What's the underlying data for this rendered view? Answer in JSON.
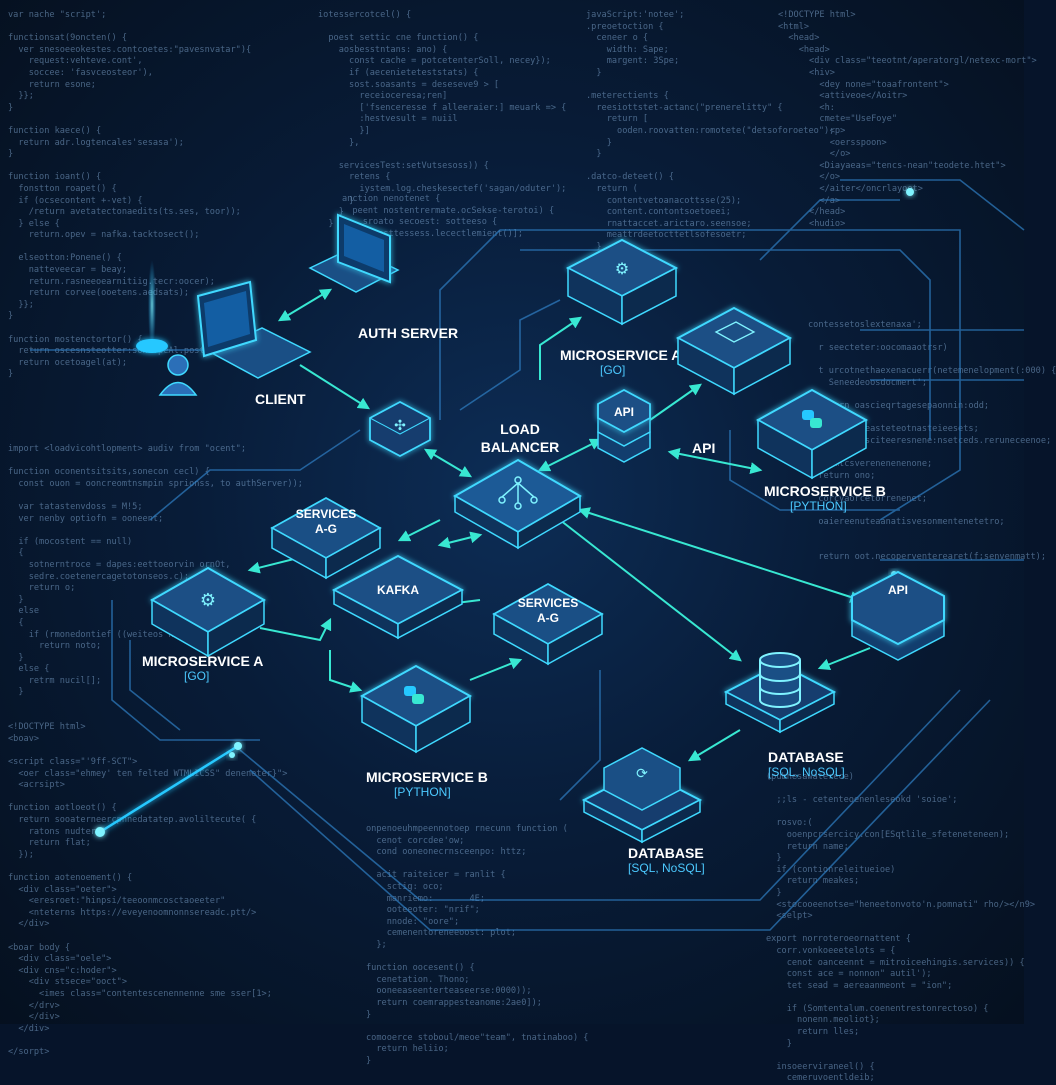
{
  "colors": {
    "background": "#06142a",
    "accent": "#25c8ff",
    "edge": "#3fd9ff",
    "box_top": "#1a4f85",
    "box_side": "#0f335c",
    "flow": "#38e8d2",
    "label": "#ffffff",
    "sublabel": "#4cc9ff"
  },
  "code": {
    "top_left": [
      "var nache \"script';",
      "",
      "functionsat(9oncten() {",
      "  ver snesoeeokestes.contcoetes:\"pavesnvatar\"){",
      "    request:vehteve.cont',",
      "    soccee: 'fasvceosteor'),",
      "    return esone;",
      "  }};",
      "}",
      "",
      "function kaece() {",
      "  return adr.logtencales'sesasa');",
      "}",
      "",
      "function ioant() {",
      "  fonstton roapet() {",
      "  if (ocsecontent +-vet) {",
      "    /return avetatectonaedits(ts.ses, toor));",
      "  } else {",
      "    return.opev = nafka.tacktosect();",
      "",
      "  elseotton:Ponene() {",
      "    natteveecar = beay;",
      "    return.rasneeoearnitiig.tecr:oocer);",
      "    return corvee(ooetens.aedsats);",
      "  }};",
      "}",
      "",
      "function mostenctortor() {",
      "  return oscesnsteotter:sons.peAl.post);",
      "  return ocetoagel(at);",
      "}"
    ],
    "top_center": [
      "iotessercotcel() {",
      "",
      "  poest settic cne function() {",
      "    aosbesstntans: ano) {",
      "      const cache = potcetenterSoll, necey});",
      "      if (aecenieteteststats) {",
      "      sost.soasants = deseseve9 > [",
      "        receioceresa;ren]",
      "        ['fsenceresse f alleeraier:] meuark => {",
      "        :hestvesult = nuiil",
      "        }]",
      "      },",
      "",
      "    servicesTest:setVutsesoss)) {",
      "      retens {",
      "        iystem.log.cheskesectef('sagan/oduter');",
      "      }",
      "    }",
      "  }"
    ],
    "mid_center": [
      "anction nenotenet {",
      "  peent nostentrermate.ocSekse-terotoi) {",
      "    sroato secoest: sotteeso {",
      "      sasttessess.lecectlemient()];"
    ],
    "top_mid": [
      "javaScript:'notee';",
      ".preoetoction {",
      "  ceneer o {",
      "    width: Sape;",
      "    margent: 3Spe;",
      "  }",
      "",
      ".meterectients {",
      "  reesiottstet-actanc(\"prenerelitty\" {",
      "    return [",
      "      ooden.roovatten:romotete(\"detsoforoeteo\");",
      "    }",
      "  }",
      "",
      ".datco-deteet() {",
      "  return (",
      "    contentvetoanacottsse(25);",
      "    content.contontsoetoeei;",
      "    rnattaccet.arictaro.seensoe;",
      "    meattrdeetocttetlsofesoetr;",
      "  }"
    ],
    "top_right": [
      "<!DOCTYPE html>",
      "<html>",
      "  <head>",
      "    <head>",
      "      <div class=\"teeotnt/aperatorgl/netexc-mort\">",
      "      <hiv>",
      "        <dey none=\"toaafrontent\">",
      "        <attiveoe</Aoitr>",
      "        <h:",
      "        cmete=\"UseFoye\"",
      "          <p>",
      "          <oersspoon>",
      "          </o>",
      "        <Diayaeas=\"tencs-nean\"teodete.htet\">",
      "        </o>",
      "        </aiter</oncrlayoet>",
      "        </a>",
      "      </head>",
      "      <hudio>"
    ],
    "right_mid": [
      "contessetoslextenaxa';",
      "",
      "  r seecteter:oocomaaotrsr)",
      "",
      "  t urcotnethaexenacuerr(netemenelopment(:000) {",
      "    Seneedeoosdocmert';",
      "",
      "  return oascieqrtagesepaonnin:odd;",
      "",
      "    vetieeoeasteteotnasteieesets;",
      "  t cornsensciteeresnene:nsetceds.reruneceenoe;",
      "",
      "  oremtcsverenenenenone;",
      "  return ono;",
      "",
      "  corcyaorcetorrenenet;",
      "",
      "  oaiereenuteaanatisvesonmentenetetro;",
      "",
      "",
      "  return oot.necoperventerearet(f;senvenmatt);"
    ],
    "bottom_left": [
      "import <loadvicohtlopment> audiv from \"ocent\";",
      "",
      "function oconentsitsits,sonecon cecl) {",
      "  const ouon = ooncreomtnsmpin sprionss, to authServer));",
      "",
      "  var tatastenvdoss = M!5;",
      "  ver nenby optiofn = ooneent;",
      "",
      "  if (mocostent == null)",
      "  {",
      "    sotnerntroce = dapes:eettoeorvin ornOt,",
      "    sedre.coetenercagetotonseos.c);",
      "    return o;",
      "  }",
      "  else",
      "  {",
      "    if (rmonedontief ((weiteos nret olo)",
      "      return noto;",
      "  }",
      "  else {",
      "    retrm nucil[];",
      "  }",
      "",
      "",
      "<!DOCTYPE html>",
      "<boav>",
      "",
      "<script class=\"'9ff-SCT\">",
      "  <oer class=\"ehmey' ten felted WTMLICSS\" deneneter}\">",
      "  <acrsipt>",
      "",
      "function aotloeot() {",
      "  return sooaterneercpnnedatatep.avoliltecute( {",
      "    ratons nudter))",
      "    return flat;",
      "  });",
      "",
      "function aotenoement() {",
      "  <div class=\"oeter\">",
      "    <eresroet:\"hinpsi/teeoonmcosctaoeeter\"",
      "    <nteterns https://eveyenoomnonnsereadc.ptt/>",
      "  </div>",
      "",
      "<boar body {",
      "  <div class=\"oele\">",
      "  <div cns=\"c:hoder\">",
      "    <div stsece=\"ooct\">",
      "      <imes class=\"contentescenennenne sme sser[1>;",
      "    </drv>",
      "    </div>",
      "  </div>",
      "",
      "</sorpt>"
    ],
    "bottom_center": [
      "onpenoeuhmpeennotoep rnecunn function (",
      "  cenot corcdee'ow;",
      "  cond ooneonecrnsceenpo: httz;",
      "",
      "  acit raiteicer = ranlit {",
      "    sctig: oco;",
      "    manriemo:       4E;",
      "    ooteeoter: \"nrif\";",
      "    nnode: \"oore\";",
      "    cemenentoreneeoost: plot;",
      "  };",
      "",
      "function oocesent() {",
      "  cenetation. Thono;",
      "  ooneeaseenterteaseerse:0000));",
      "  return coemrappesteanome:2ae0]);",
      "}",
      "",
      "comooerce stoboul/meoe\"team\", tnatinaboo) {",
      "  return heliio;",
      "}"
    ],
    "bottom_right": [
      "(pubhesawaterece)",
      "",
      "  ;;ls - cetenteoenenleseokd 'soioe';",
      "",
      "  rosvo:(",
      "    ooenpcrsercicy.con[ESqtlile_sfeteneteneen);",
      "    return name;",
      "  }",
      "  if (contionreleitueioe)",
      "    return meakes;",
      "  }",
      "  <stocooeenotse=\"heneetonvoto'n.pomnati\" rho/></n9>",
      "  <selpt>",
      "",
      "export norroteroeornattent {",
      "  corr.vonkoeeetelots = {",
      "    cenot oanceennt = mitroiceehingis.services)) {",
      "    const ace = nonnon\" autil');",
      "    tet sead = aereaanmeont = \"ion\";",
      "",
      "    if (Somtentalum.coenentrestonrectoso) {",
      "      nonenn.meoliot};",
      "      return lles;",
      "    }",
      "",
      "  insoeerviraneel() {",
      "    cemeruvoentldeib;"
    ]
  },
  "nodes": {
    "auth_server": {
      "label": "AUTH SERVER"
    },
    "client": {
      "label": "CLIENT"
    },
    "load_balancer": {
      "label_line1": "LOAD",
      "label_line2": "BALANCER"
    },
    "api_center": {
      "label": "API",
      "box_text": "API"
    },
    "api_right": {
      "box_text": "API"
    },
    "ms_a_top": {
      "label": "MICROSERVICE A",
      "sublabel": "[GO]"
    },
    "ms_b_right": {
      "label": "MICROSERVICE B",
      "sublabel": "[PYTHON]"
    },
    "services_left": {
      "box_text_line1": "SERVICES",
      "box_text_line2": "A-G"
    },
    "services_center": {
      "box_text_line1": "SERVICES",
      "box_text_line2": "A-G"
    },
    "kafka": {
      "box_text": "KAFKA"
    },
    "ms_a_left": {
      "label": "MICROSERVICE A",
      "sublabel": "[GO]"
    },
    "ms_b_bottom": {
      "label": "MICROSERVICE B",
      "sublabel": "[PYTHON]"
    },
    "database_right": {
      "label": "DATABASE",
      "sublabel": "[SQL, NoSQL]"
    },
    "database_bottom": {
      "label": "DATABASE",
      "sublabel": "[SQL, NoSQL]"
    }
  }
}
